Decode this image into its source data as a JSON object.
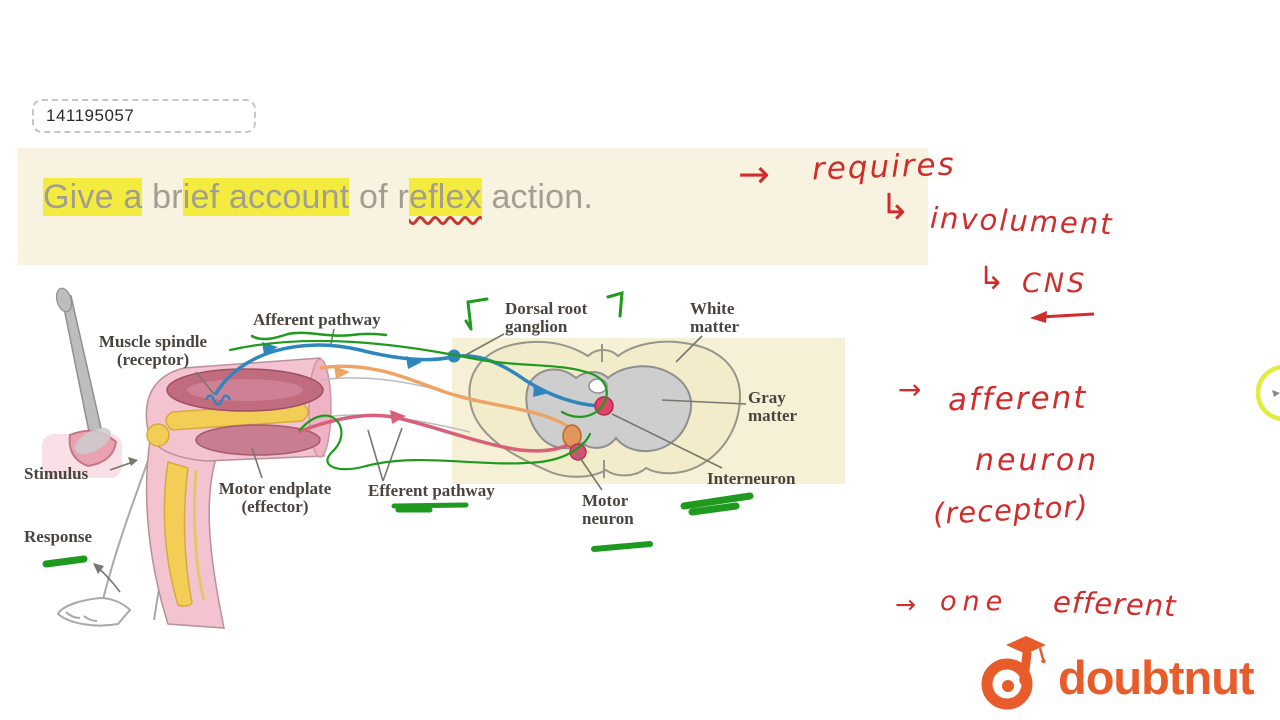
{
  "question_box": {
    "id": "141195057"
  },
  "question": {
    "full_text": "Give a brief account of reflex action.",
    "segments": [
      {
        "text": "Give a",
        "highlight": true,
        "underline": false
      },
      {
        "text": " br",
        "highlight": false,
        "underline": false
      },
      {
        "text": "ief account",
        "highlight": true,
        "underline": false
      },
      {
        "text": " of r",
        "highlight": false,
        "underline": false
      },
      {
        "text": "eflex",
        "highlight": true,
        "underline": true
      },
      {
        "text": " action.",
        "highlight": false,
        "underline": false
      }
    ],
    "highlight_color": "#f3ec3f",
    "banner_color": "#f8f3e1",
    "text_color": "#a29e91"
  },
  "notes": {
    "arrow1": "→",
    "requires": "requires",
    "hook1": "↳",
    "involument": "involument",
    "hook2": "↳",
    "cns": "CNS",
    "arrow2": "→",
    "afferent": "afferent",
    "neuron": "neuron",
    "receptor": "(receptor)",
    "arrow3": "→",
    "one": "one",
    "efferent": "efferent"
  },
  "diagram": {
    "labels": {
      "muscle_spindle_line1": "Muscle spindle",
      "muscle_spindle_line2": "(receptor)",
      "afferent_pathway": "Afferent pathway",
      "dorsal_root_line1": "Dorsal root",
      "dorsal_root_line2": "ganglion",
      "white_matter_line1": "White",
      "white_matter_line2": "matter",
      "gray_matter_line1": "Gray",
      "gray_matter_line2": "matter",
      "stimulus": "Stimulus",
      "response": "Response",
      "motor_endplate_line1": "Motor endplate",
      "motor_endplate_line2": "(effector)",
      "efferent_pathway": "Efferent pathway",
      "motor_neuron_line1": "Motor",
      "motor_neuron_line2": "neuron",
      "interneuron": "Interneuron"
    }
  },
  "brand": {
    "logo_text": "doubtnut",
    "color": "#e85c2b"
  },
  "colors": {
    "handwriting_red": "#d12c2c",
    "marker_green": "#1f9a1f",
    "afferent_blue": "#2f86bd",
    "efferent_rose": "#d9607a",
    "efferent_orange": "#eca566",
    "cord_cream": "#f2ecca",
    "gray_matter": "#cecece",
    "cursor_yellow": "#e2ec3e"
  }
}
